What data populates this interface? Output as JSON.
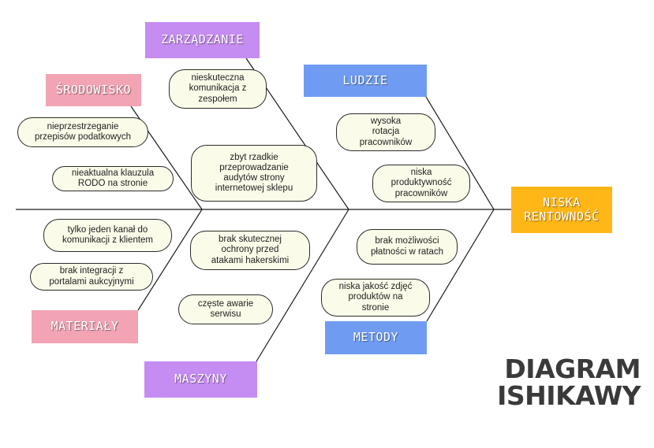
{
  "title": {
    "line1": "DIAGRAM",
    "line2": "ISHIKAWY"
  },
  "effect": {
    "label": "NISKA\nRENTOWNOŚĆ",
    "color": "#ffb718"
  },
  "categories": {
    "zarzadzanie": {
      "label": "ZARZĄDZANIE",
      "color": "#c58cf2"
    },
    "srodowisko": {
      "label": "ŚRODOWISKO",
      "color": "#f2a3b4"
    },
    "ludzie": {
      "label": "LUDZIE",
      "color": "#6f9cf2"
    },
    "materialy": {
      "label": "MATERIAŁY",
      "color": "#f2a3b4"
    },
    "maszyny": {
      "label": "MASZYNY",
      "color": "#c58cf2"
    },
    "metody": {
      "label": "METODY",
      "color": "#6f9cf2"
    }
  },
  "causes": {
    "zarzadzanie": [
      "nieskuteczna\nkomunikacja z\nzespołem",
      "zbyt rzadkie\nprzeprowadzanie\naudytów strony\ninternetowej sklepu"
    ],
    "srodowisko": [
      "nieprzestrzeganie\nprzepisów podatkowych",
      "nieaktualna  klauzula\nRODO na stronie"
    ],
    "ludzie": [
      "wysoka\nrotacja\npracowników",
      "niska\nproduktywność\npracowników"
    ],
    "materialy": [
      "tylko jeden kanał do\nkomunikacji z klientem",
      "brak integracji z\nportalami aukcyjnymi"
    ],
    "maszyny": [
      "brak skutecznej\nochrony przed\natakami hakerskimi",
      "częste awarie\nserwisu"
    ],
    "metody": [
      "brak możliwości\npłatności w ratach",
      "niska jakość zdjęć\nproduktów na\nstronie"
    ]
  }
}
